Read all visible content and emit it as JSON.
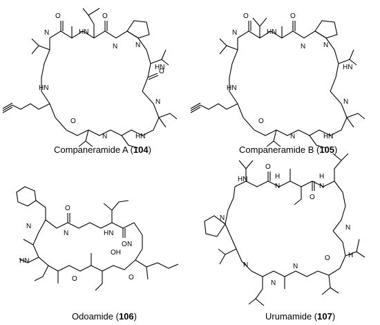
{
  "figure": {
    "panels": [
      {
        "id": "104",
        "name": "Companeramide A",
        "number": "104"
      },
      {
        "id": "105",
        "name": "Companeramide B",
        "number": "105"
      },
      {
        "id": "106",
        "name": "Odoamide",
        "number": "106"
      },
      {
        "id": "107",
        "name": "Urumamide",
        "number": "107"
      }
    ],
    "atom_labels": {
      "N": "N",
      "HN": "HN",
      "NH": "NH",
      "H": "H",
      "O": "O",
      "OH": "OH",
      "H_short": "H"
    }
  }
}
